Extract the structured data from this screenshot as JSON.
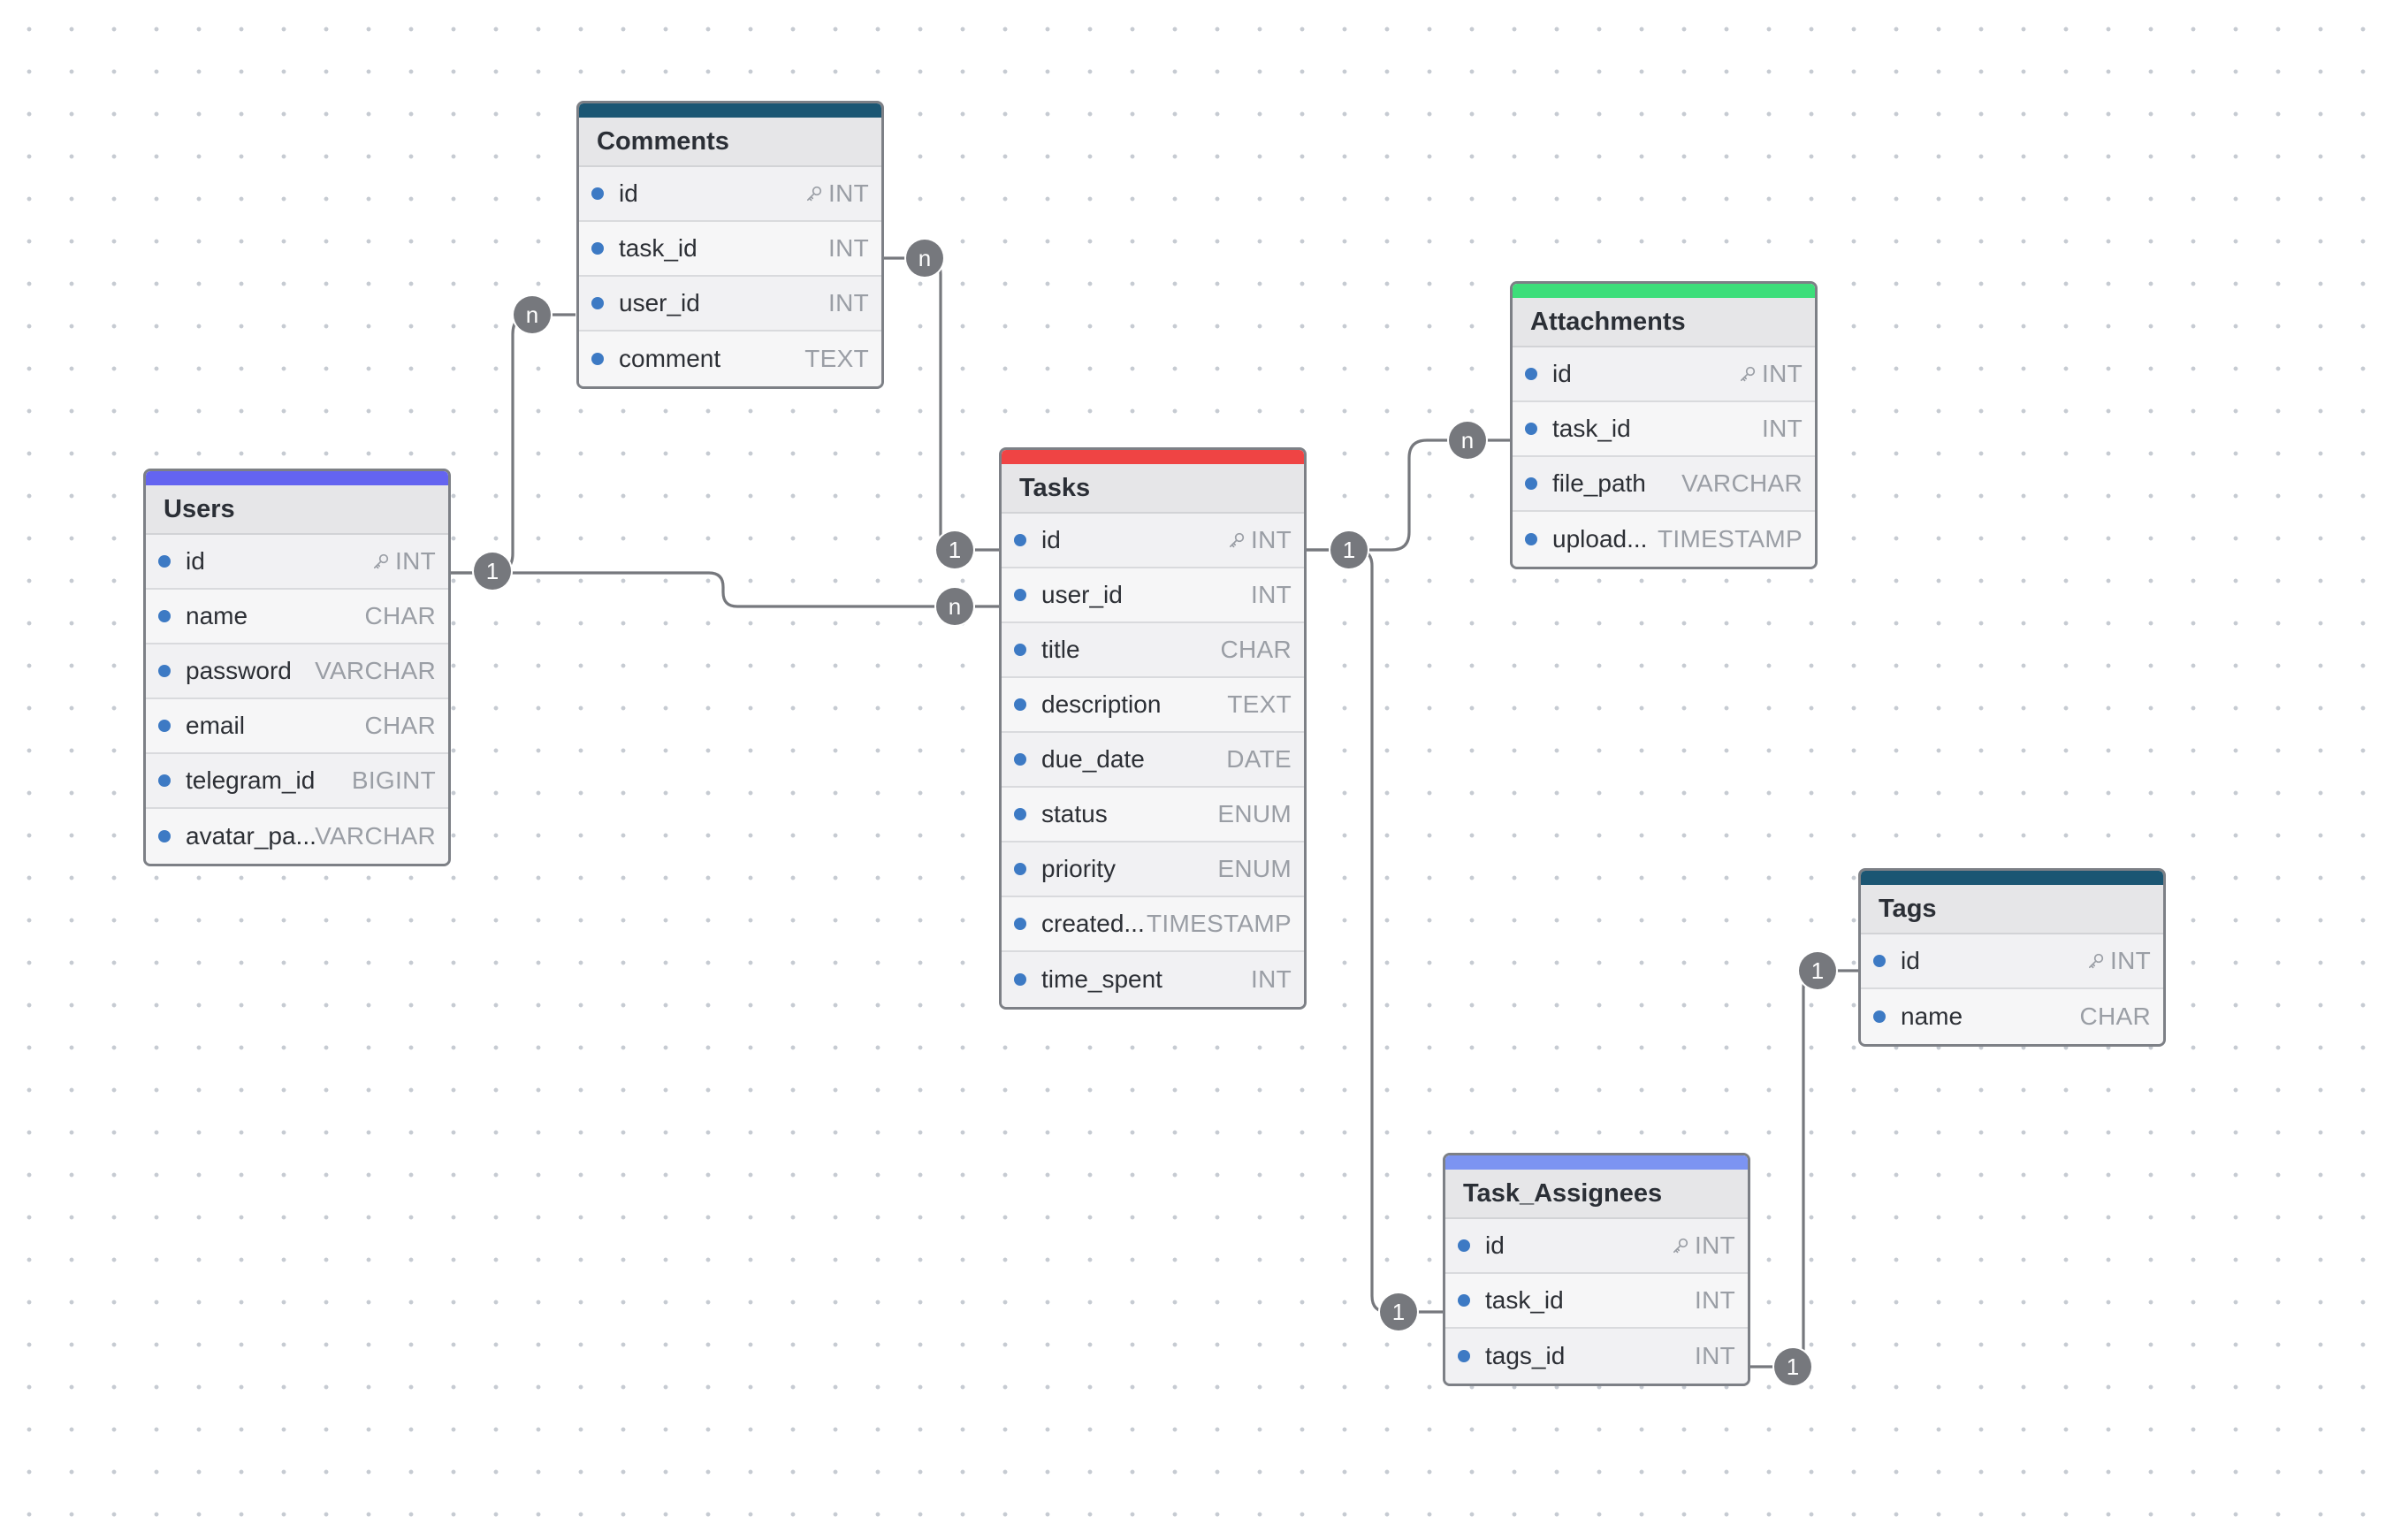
{
  "colors": {
    "users_accent": "#6464f0",
    "comments_accent": "#1b5673",
    "tasks_accent": "#ef4444",
    "attachments_accent": "#3dde7a",
    "tags_accent": "#1b5673",
    "task_assignees_accent": "#7c94f2",
    "field_dot": "#3d7ac4",
    "connector": "#76787d",
    "badge": "#76787d"
  },
  "tables": {
    "users": {
      "name": "Users",
      "fields": [
        {
          "name": "id",
          "type": "INT",
          "pk": true
        },
        {
          "name": "name",
          "type": "CHAR"
        },
        {
          "name": "password",
          "type": "VARCHAR"
        },
        {
          "name": "email",
          "type": "CHAR"
        },
        {
          "name": "telegram_id",
          "type": "BIGINT"
        },
        {
          "name": "avatar_pa...",
          "type": "VARCHAR"
        }
      ]
    },
    "comments": {
      "name": "Comments",
      "fields": [
        {
          "name": "id",
          "type": "INT",
          "pk": true
        },
        {
          "name": "task_id",
          "type": "INT"
        },
        {
          "name": "user_id",
          "type": "INT"
        },
        {
          "name": "comment",
          "type": "TEXT"
        }
      ]
    },
    "tasks": {
      "name": "Tasks",
      "fields": [
        {
          "name": "id",
          "type": "INT",
          "pk": true
        },
        {
          "name": "user_id",
          "type": "INT"
        },
        {
          "name": "title",
          "type": "CHAR"
        },
        {
          "name": "description",
          "type": "TEXT"
        },
        {
          "name": "due_date",
          "type": "DATE"
        },
        {
          "name": "status",
          "type": "ENUM"
        },
        {
          "name": "priority",
          "type": "ENUM"
        },
        {
          "name": "created...",
          "type": "TIMESTAMP"
        },
        {
          "name": "time_spent",
          "type": "INT"
        }
      ]
    },
    "attachments": {
      "name": "Attachments",
      "fields": [
        {
          "name": "id",
          "type": "INT",
          "pk": true
        },
        {
          "name": "task_id",
          "type": "INT"
        },
        {
          "name": "file_path",
          "type": "VARCHAR"
        },
        {
          "name": "upload...",
          "type": "TIMESTAMP"
        }
      ]
    },
    "tags": {
      "name": "Tags",
      "fields": [
        {
          "name": "id",
          "type": "INT",
          "pk": true
        },
        {
          "name": "name",
          "type": "CHAR"
        }
      ]
    },
    "task_assignees": {
      "name": "Task_Assignees",
      "fields": [
        {
          "name": "id",
          "type": "INT",
          "pk": true
        },
        {
          "name": "task_id",
          "type": "INT"
        },
        {
          "name": "tags_id",
          "type": "INT"
        }
      ]
    }
  },
  "relationships": [
    {
      "from": "Users.id",
      "to": "Comments.user_id",
      "from_label": "1",
      "to_label": "n"
    },
    {
      "from": "Users.id",
      "to": "Tasks.user_id",
      "from_label": "1",
      "to_label": "n"
    },
    {
      "from": "Tasks.id",
      "to": "Comments.task_id",
      "from_label": "1",
      "to_label": "n"
    },
    {
      "from": "Tasks.id",
      "to": "Attachments.task_id",
      "from_label": "1",
      "to_label": "n"
    },
    {
      "from": "Tasks.id",
      "to": "Task_Assignees.task_id",
      "from_label": "1",
      "to_label": "1"
    },
    {
      "from": "Tags.id",
      "to": "Task_Assignees.tags_id",
      "from_label": "1",
      "to_label": "1"
    }
  ]
}
